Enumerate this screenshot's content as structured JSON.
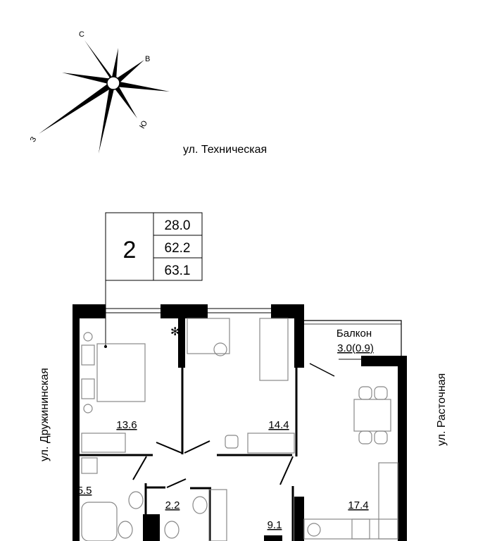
{
  "compass": {
    "north": "С",
    "east": "В",
    "south": "Ю",
    "west": "З"
  },
  "streets": {
    "top": "ул. Техническая",
    "left": "ул. Дружининская",
    "right": "ул. Расточная"
  },
  "info_box": {
    "rooms": "2",
    "living_area": "28.0",
    "total_area": "62.2",
    "total_with_balcony": "63.1"
  },
  "rooms": {
    "bedroom_1": "13.6",
    "bedroom_2": "14.4",
    "bathroom": "5.5",
    "wc": "2.2",
    "hallway": "9.1",
    "kitchen": "17.4",
    "balcony_label": "Балкон",
    "balcony_area": "3.0(0.9)"
  }
}
